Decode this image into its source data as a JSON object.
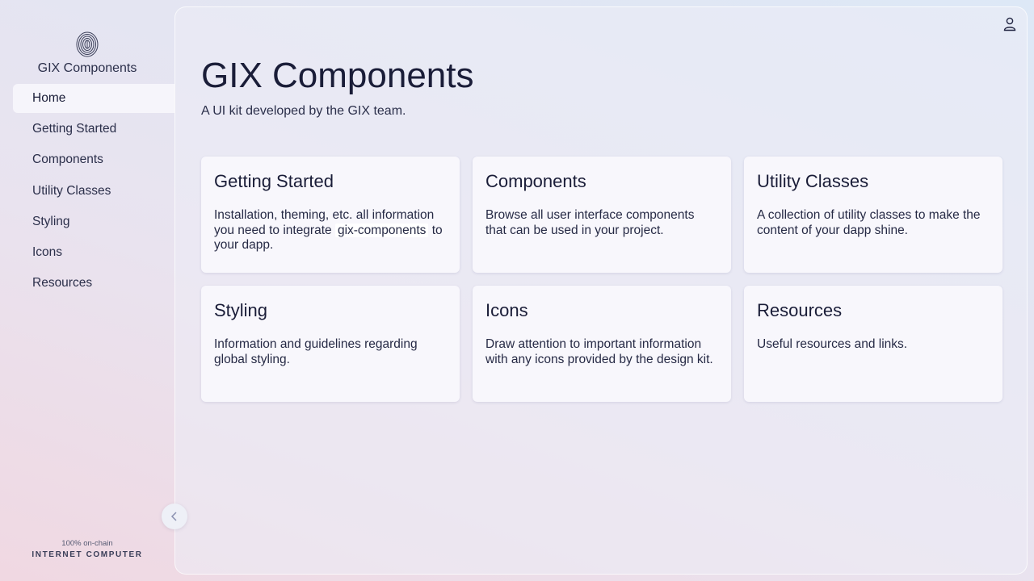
{
  "sidebar": {
    "logo_icon": "fingerprint-icon",
    "brand_name": "GIX Components",
    "items": [
      {
        "label": "Home",
        "active": true
      },
      {
        "label": "Getting Started",
        "active": false
      },
      {
        "label": "Components",
        "active": false
      },
      {
        "label": "Utility Classes",
        "active": false
      },
      {
        "label": "Styling",
        "active": false
      },
      {
        "label": "Icons",
        "active": false
      },
      {
        "label": "Resources",
        "active": false
      }
    ],
    "footer": {
      "small": "100% on-chain",
      "big": "INTERNET COMPUTER"
    },
    "collapse_icon": "chevron-left-icon"
  },
  "header": {
    "user_icon": "user-icon"
  },
  "main": {
    "title": "GIX Components",
    "subtitle": "A UI kit developed by the GIX team.",
    "cards": [
      {
        "title": "Getting Started",
        "desc_before": "Installation, theming, etc. all information you need to integrate",
        "desc_code": "gix-components",
        "desc_after": "to your dapp."
      },
      {
        "title": "Components",
        "desc": "Browse all user interface components that can be used in your project."
      },
      {
        "title": "Utility Classes",
        "desc": "A collection of utility classes to make the content of your dapp shine."
      },
      {
        "title": "Styling",
        "desc": "Information and guidelines regarding global styling."
      },
      {
        "title": "Icons",
        "desc": "Draw attention to important information with any icons provided by the design kit."
      },
      {
        "title": "Resources",
        "desc": "Useful resources and links."
      }
    ]
  }
}
